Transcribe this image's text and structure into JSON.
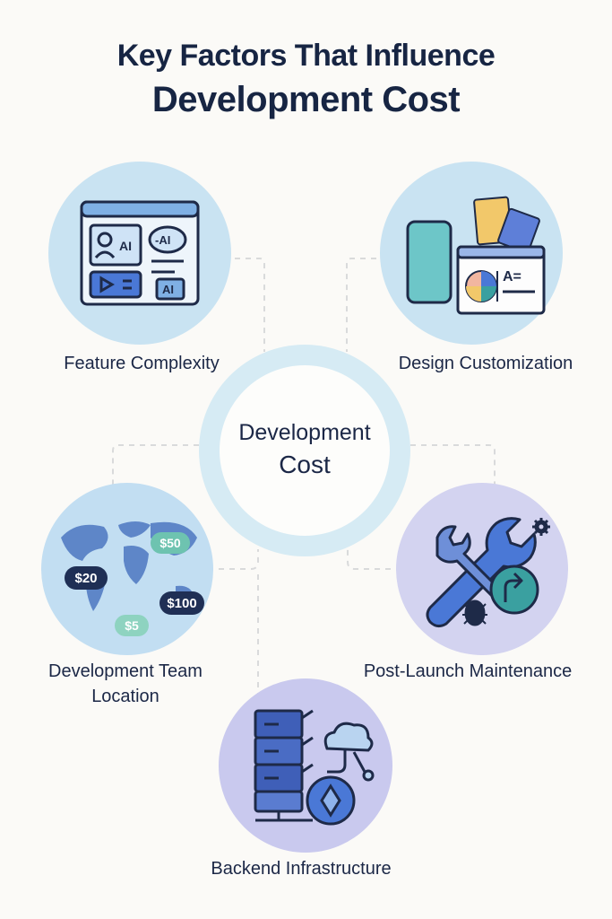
{
  "title": {
    "line1": "Key Factors That Influence",
    "line2": "Development Cost"
  },
  "center": {
    "line1": "Development",
    "line2": "Cost"
  },
  "factors": [
    {
      "label": "Feature Complexity",
      "icon": "ai-feature-window-icon",
      "icon_texts": [
        "AI",
        "-AI",
        "AI"
      ]
    },
    {
      "label": "Design Customization",
      "icon": "design-palette-icon",
      "icon_texts": [
        "A="
      ]
    },
    {
      "label_line1": "Development Team",
      "label_line2": "Location",
      "icon": "world-map-icon",
      "prices": [
        "$50",
        "$20",
        "$100",
        "$5"
      ]
    },
    {
      "label": "Post-Launch Maintenance",
      "icon": "wrench-tools-icon"
    },
    {
      "label": "Backend Infrastructure",
      "icon": "server-cloud-icon"
    }
  ],
  "colors": {
    "title": "#172543",
    "ring_center": "#d6ebf4",
    "circle_blue": "#c9e3f2",
    "circle_lavender": "#d3d3f0",
    "accent_blue": "#4a78d6",
    "accent_teal": "#3aa0a0"
  }
}
